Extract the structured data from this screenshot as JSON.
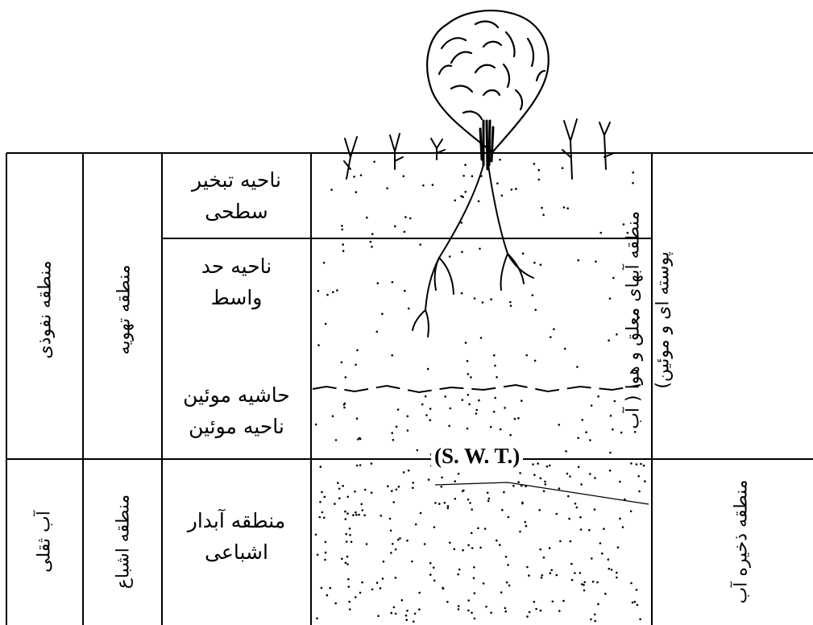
{
  "labels": {
    "infiltration_zone": "منطقه نفوذی",
    "gravity_water": "آب ثقلی",
    "aeration_zone": "منطقه تهویه",
    "saturation_zone": "منطقه اشباع",
    "surface_evaporation_line1": "ناحیه تبخیر",
    "surface_evaporation_line2": "سطحی",
    "intermediate_line1": "ناحیه حد",
    "intermediate_line2": "واسط",
    "capillary_fringe": "حاشیه موئین",
    "capillary_zone": "ناحیه موئین",
    "saturated_line1": "منطقه آبدار",
    "saturated_line2": "اشباعی",
    "suspended_water_line1": "منطقه آبهای معلق و هوا ( آب",
    "suspended_water_line2": "پوسته ای و موئین)",
    "water_storage_zone": "منطقه ذخیره آب",
    "water_table": "(S. W. T.)"
  },
  "colors": {
    "ink": "#000000",
    "paper": "#ffffff"
  }
}
